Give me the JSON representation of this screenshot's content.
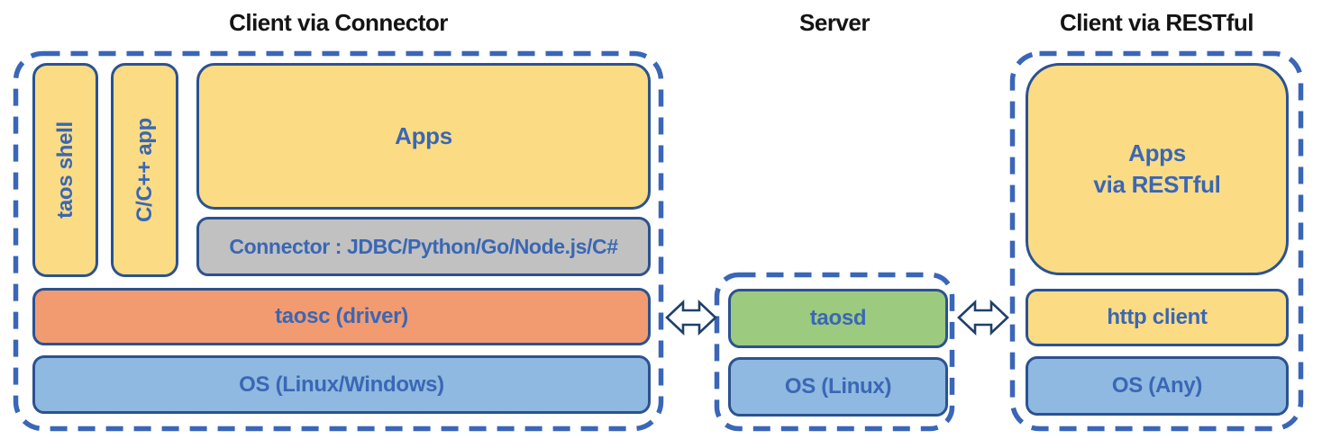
{
  "titles": {
    "client_connector": "Client via Connector",
    "server": "Server",
    "client_restful": "Client via RESTful"
  },
  "client_connector": {
    "taos_shell": "taos shell",
    "c_cpp_app": "C/C++ app",
    "apps": "Apps",
    "connector": "Connector : JDBC/Python/Go/Node.js/C#",
    "taosc_driver": "taosc (driver)",
    "os": "OS (Linux/Windows)"
  },
  "server": {
    "taosd": "taosd",
    "os": "OS (Linux)"
  },
  "client_restful": {
    "apps_line1": "Apps",
    "apps_line2": "via RESTful",
    "http_client": "http client",
    "os": "OS (Any)"
  },
  "icons": {
    "left_link": "double-arrow",
    "right_link": "double-arrow"
  },
  "colors": {
    "yellow_fill": "#FBDC84",
    "orange_fill": "#F29B70",
    "blue_fill": "#8FB9E0",
    "green_fill": "#9CCA7F",
    "gray_fill": "#C1C1C1",
    "solid_box_border": "#2B5291",
    "dashed_border": "#3A66B8",
    "label_text": "#3A67B5",
    "title_text": "#141414",
    "arrow_outline": "#1F4068"
  }
}
